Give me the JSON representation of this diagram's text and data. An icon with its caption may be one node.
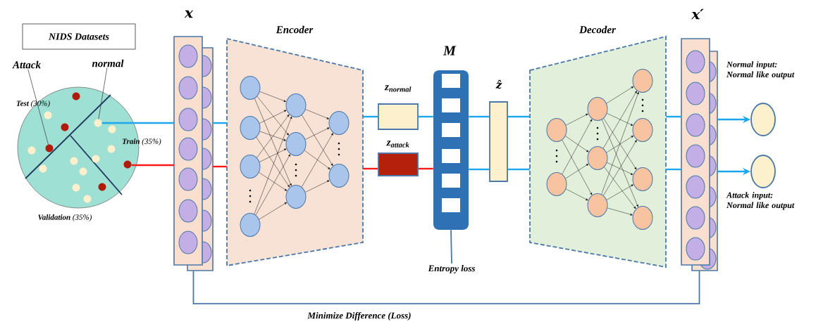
{
  "diagram": {
    "nodes": [
      {
        "text": [
          "NIDS Datasets"
        ]
      },
      {
        "text": [
          "**Test** (30%)",
          "**Train** (35%)",
          "**Validation** (35%)"
        ]
      },
      {
        "text": [
          "Attack"
        ]
      },
      {
        "text": [
          "normal"
        ]
      },
      {
        "text": [],
        "shape": "circle",
        "in": 1
      },
      {
        "text": [],
        "shape": "circle",
        "in": 1
      },
      {
        "text": [],
        "shape": "circle",
        "in": 1
      },
      {
        "text": [
          "x"
        ]
      },
      {
        "text": [
          "Encoder"
        ]
      },
      {
        "text": [
          "z$_{normal}$"
        ]
      },
      {
        "text": [
          "z$_{attack}$"
        ]
      },
      {
        "text": [
          "M"
        ]
      },
      {
        "text": [
          "ẑ"
        ]
      },
      {
        "text": [
          "Decoder"
        ]
      },
      {
        "text": [
          "x′"
        ]
      },
      {
        "text": [],
        "shape": "circle"
      },
      {
        "text": [],
        "shape": "circle"
      },
      {
        "text": [
          "Entropy loss"
        ]
      }
    ],
    "edges": [
      {
        "from": 2,
        "to": 4,
        "arrow": "none",
        "color": "#333333"
      },
      {
        "from": 3,
        "to": 5,
        "arrow": "none",
        "color": "#333333"
      },
      {
        "from": 5,
        "to": 7,
        "arrow": "none"
      },
      {
        "from": 6,
        "to": 7,
        "arrow": "none",
        "color": "#ff1a1a"
      },
      {
        "from": 7,
        "to": 8,
        "arrow": "none"
      },
      {
        "from": 7,
        "to": 8,
        "arrow": "none",
        "color": "#ff1a1a"
      },
      {
        "from": 8,
        "to": 9,
        "arrow": "none"
      },
      {
        "from": 8,
        "to": 10,
        "arrow": "none",
        "color": "#ff1a1a"
      },
      {
        "from": 9,
        "to": 11,
        "arrow": "none"
      },
      {
        "from": 10,
        "to": 11,
        "arrow": "none",
        "color": "#ff1a1a"
      },
      {
        "from": 11,
        "to": 12,
        "arrow": "none"
      },
      {
        "from": 11,
        "to": 12,
        "arrow": "none"
      },
      {
        "from": 12,
        "to": 13,
        "arrow": "none"
      },
      {
        "from": 12,
        "to": 13,
        "arrow": "none"
      },
      {
        "from": 13,
        "to": 14,
        "arrow": "none"
      },
      {
        "from": 13,
        "to": 14,
        "arrow": "none"
      },
      {
        "from": 14,
        "to": 15,
        "arrow": "to"
      },
      {
        "from": 14,
        "to": 16,
        "arrow": "to"
      },
      {
        "from": 11,
        "to": 17,
        "arrow": "none",
        "color": "#4a78a8"
      },
      {
        "from": 7,
        "to": 14,
        "arrow": "none",
        "color": "#4a78a8",
        "label": "Minimize Difference (Loss)"
      }
    ],
    "labels": [
      "Normal input: Normal like output",
      "Attack input: Normal like output"
    ]
  }
}
